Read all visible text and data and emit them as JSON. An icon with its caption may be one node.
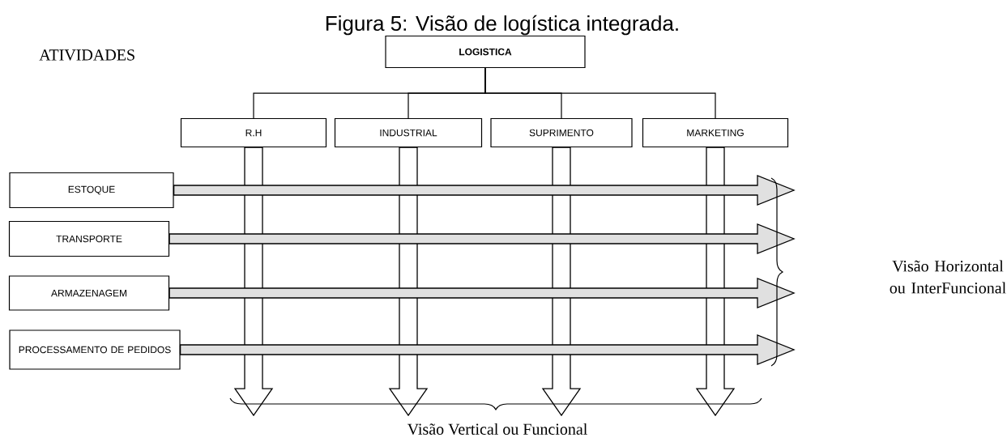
{
  "diagram": {
    "title": "Figura 5: Visão de logística integrada.",
    "nodes": [
      {
        "text": [
          "LOGISTICA"
        ]
      },
      {
        "text": [
          "R.H"
        ]
      },
      {
        "text": [
          "INDUSTRIAL"
        ]
      },
      {
        "text": [
          "SUPRIMENTO"
        ]
      },
      {
        "text": [
          "MARKETING"
        ]
      },
      {
        "text": [
          "ESTOQUE"
        ]
      },
      {
        "text": [
          "TRANSPORTE"
        ]
      },
      {
        "text": [
          "ARMAZENAGEM"
        ]
      },
      {
        "text": [
          "PROCESSAMENTO DE PEDIDOS"
        ]
      }
    ],
    "edges": [
      {
        "from": 0,
        "to": 1,
        "arrow": "none"
      },
      {
        "from": 0,
        "to": 2,
        "arrow": "none"
      },
      {
        "from": 0,
        "to": 3,
        "arrow": "none"
      },
      {
        "from": 0,
        "to": 4,
        "arrow": "none"
      },
      {
        "from": 1,
        "to": null,
        "arrow": "to",
        "style": "thick"
      },
      {
        "from": 2,
        "to": null,
        "arrow": "to",
        "style": "thick"
      },
      {
        "from": 3,
        "to": null,
        "arrow": "to",
        "style": "thick"
      },
      {
        "from": 4,
        "to": null,
        "arrow": "to",
        "style": "thick"
      },
      {
        "from": 5,
        "to": null,
        "arrow": "to",
        "style": "thick"
      },
      {
        "from": 6,
        "to": null,
        "arrow": "to",
        "style": "thick"
      },
      {
        "from": 7,
        "to": null,
        "arrow": "to",
        "style": "thick"
      },
      {
        "from": 8,
        "to": null,
        "arrow": "to",
        "style": "thick"
      }
    ],
    "labels": [
      "ATIVIDADES",
      "Visão Horizontal ou InterFuncional",
      "Visão Vertical ou Funcional"
    ]
  }
}
